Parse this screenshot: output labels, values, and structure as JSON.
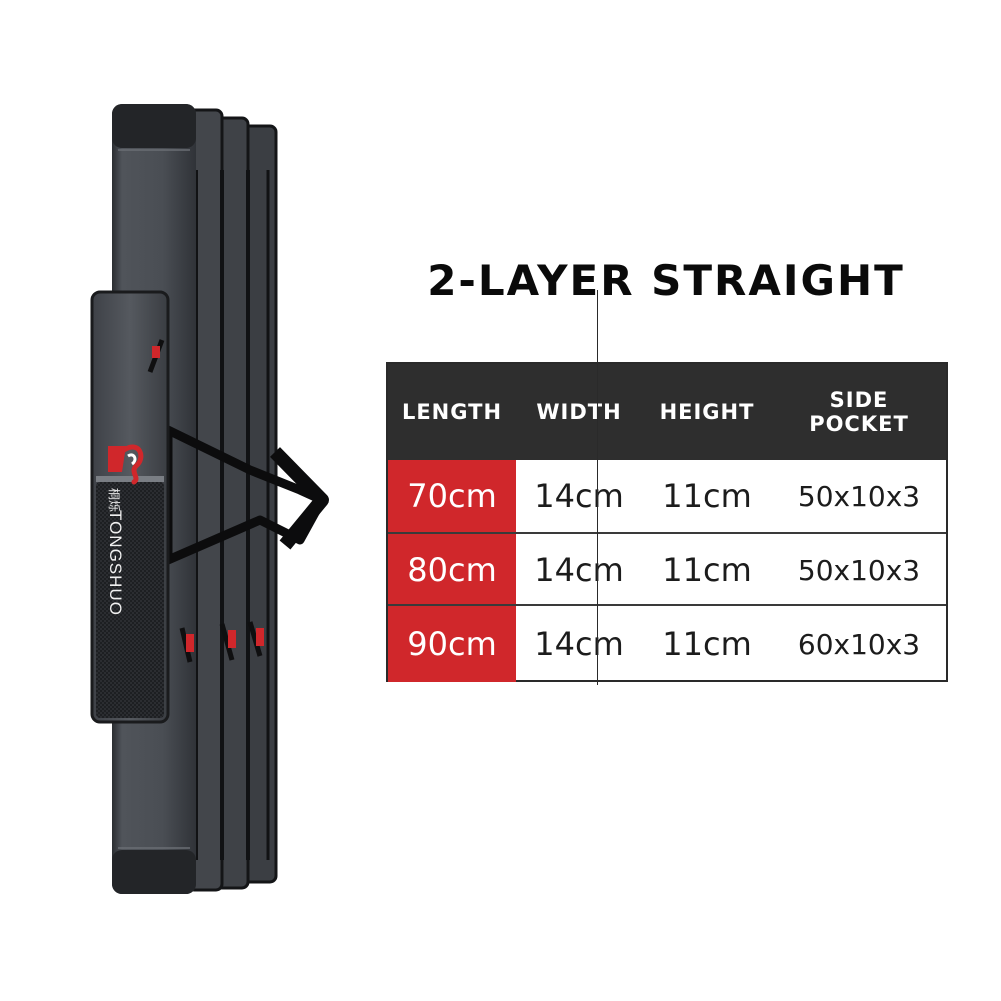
{
  "brand": {
    "logo_text": "TONGSHUO",
    "logo_cn": "桐烁"
  },
  "title": "2-LAYER STRAIGHT",
  "table": {
    "headers": {
      "length": "LENGTH",
      "width": "WIDTH",
      "height": "HEIGHT",
      "side_line1": "SIDE",
      "side_line2": "POCKET"
    },
    "rows": [
      {
        "length": "70cm",
        "width": "14cm",
        "height": "11cm",
        "side": "50x10x3"
      },
      {
        "length": "80cm",
        "width": "14cm",
        "height": "11cm",
        "side": "50x10x3"
      },
      {
        "length": "90cm",
        "width": "14cm",
        "height": "11cm",
        "side": "60x10x3"
      }
    ]
  },
  "colors": {
    "accent_red": "#d0272b",
    "header_dark": "#2e2e2e",
    "bag_gray": "#4a4e54"
  }
}
